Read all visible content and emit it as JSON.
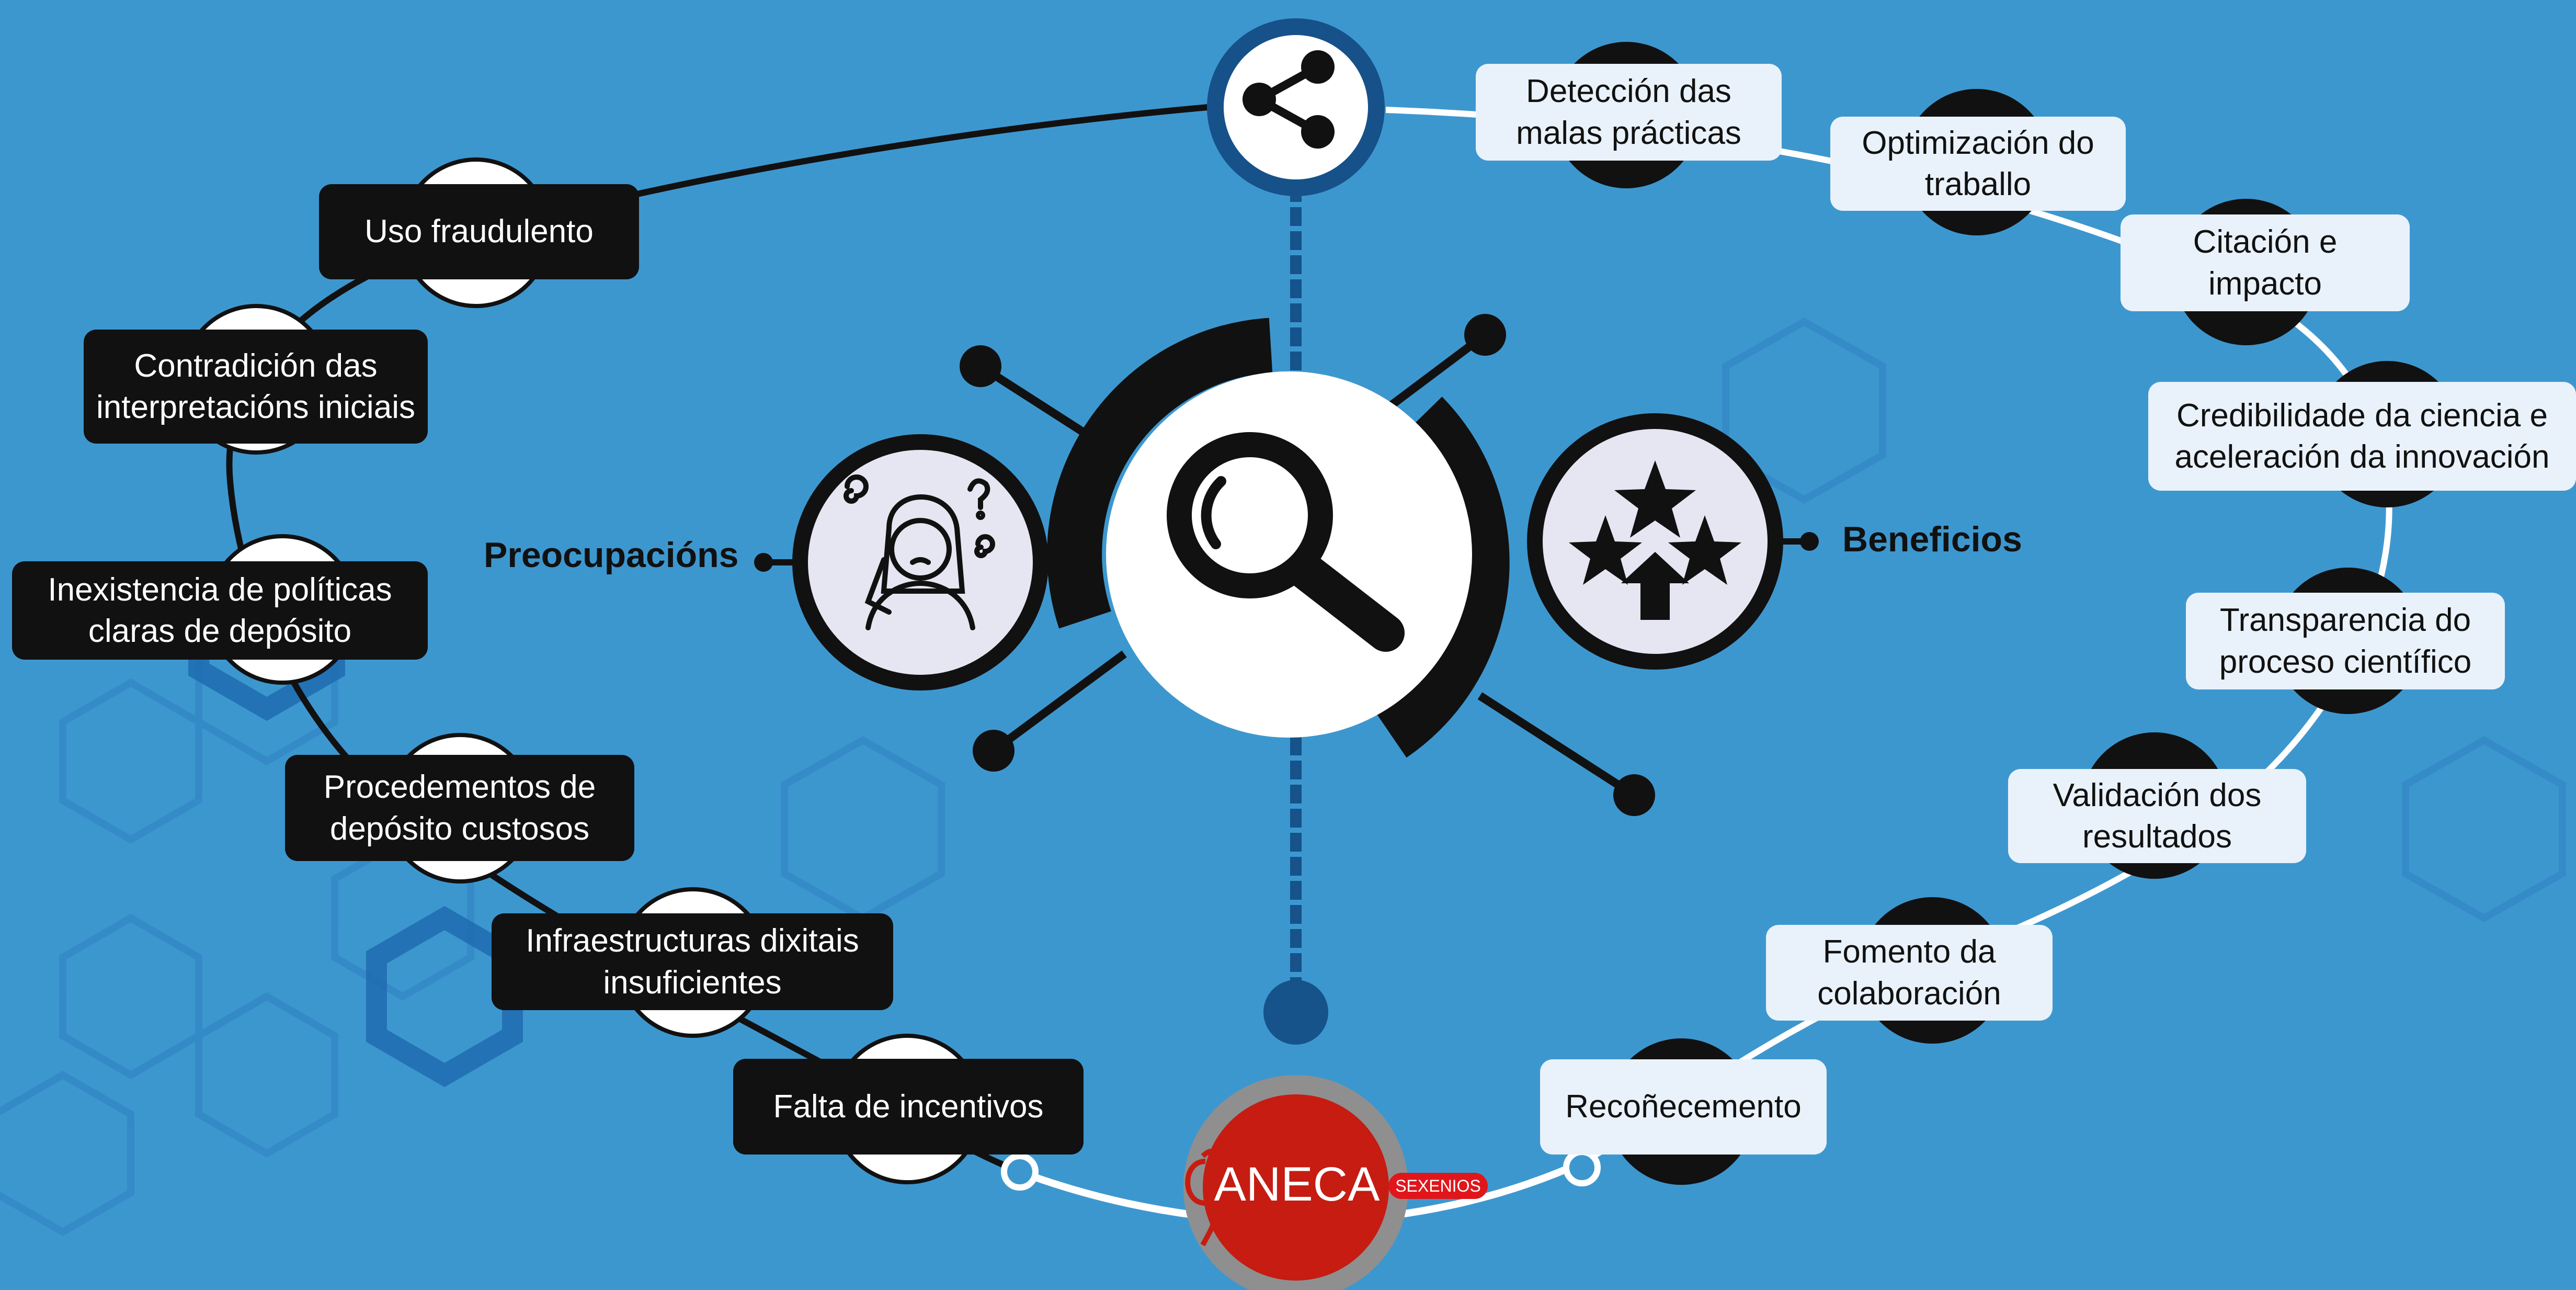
{
  "colors": {
    "background": "#3d97cf",
    "hex_pattern": "#2f86c3",
    "dark_box": "#111111",
    "light_box": "#e9f2fa",
    "icon_circle": "#e6e6f2",
    "aneca_red": "#c61c12",
    "aneca_ring": "#8f8f8f",
    "top_node": "#17518a"
  },
  "labels": {
    "concerns": "Preocupacións",
    "benefits": "Beneficios"
  },
  "icons": {
    "top": "share-icon",
    "center": "magnifier-icon",
    "concerns": "worried-person-icon",
    "benefits": "stars-up-icon"
  },
  "logo": {
    "name": "ANECA",
    "tag": "SEXENIOS"
  },
  "concerns": [
    "Uso fraudulento",
    "Contradición das\ninterpretacións iniciais",
    "Inexistencia de políticas\nclaras de depósito",
    "Procedementos de\ndepósito custosos",
    "Infraestructuras dixitais\ninsuficientes",
    "Falta de incentivos"
  ],
  "benefits": [
    "Detección das\nmalas prácticas",
    "Optimización do\ntraballo",
    "Citación e\nimpacto",
    "Credibilidade da ciencia e\naceleración da innovación",
    "Transparencia do\nproceso científico",
    "Validación dos\nresultados",
    "Fomento  da\ncolaboración",
    "Recoñecemento"
  ]
}
